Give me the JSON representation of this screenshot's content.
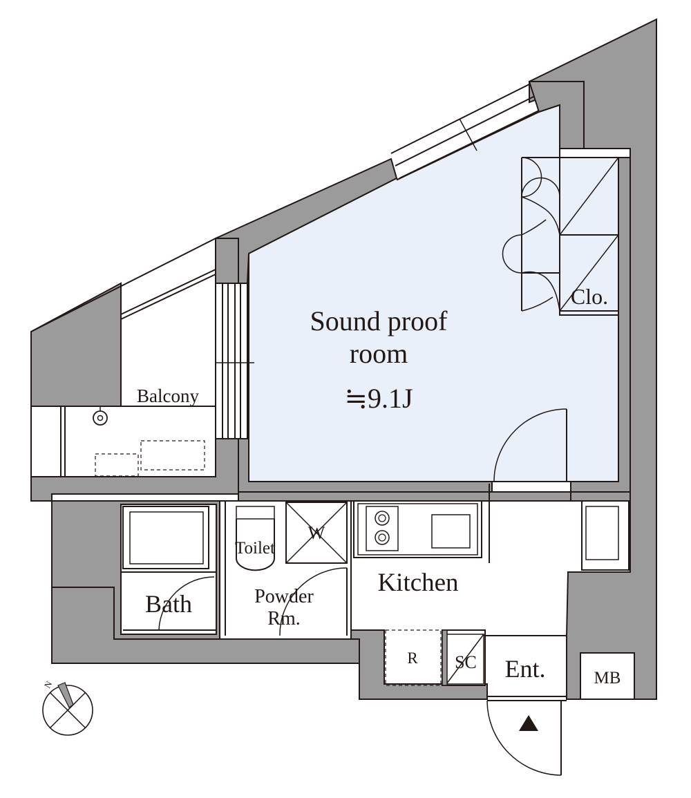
{
  "rooms": {
    "main_title_line1": "Sound proof",
    "main_title_line2": "room",
    "main_area": "≒9.1J",
    "closet": "Clo.",
    "balcony": "Balcony",
    "toilet": "Toilet",
    "washer": "W",
    "bath": "Bath",
    "powder_line1": "Powder",
    "powder_line2": "Rm.",
    "kitchen": "Kitchen",
    "refrigerator": "R",
    "shoe_closet": "SC",
    "entrance": "Ent.",
    "meter_box": "MB"
  },
  "compass": {
    "north": "N"
  },
  "colors": {
    "wall": "#9b9b9b",
    "room_fill": "#e9f0fa",
    "line": "#231815",
    "background": "#ffffff"
  }
}
